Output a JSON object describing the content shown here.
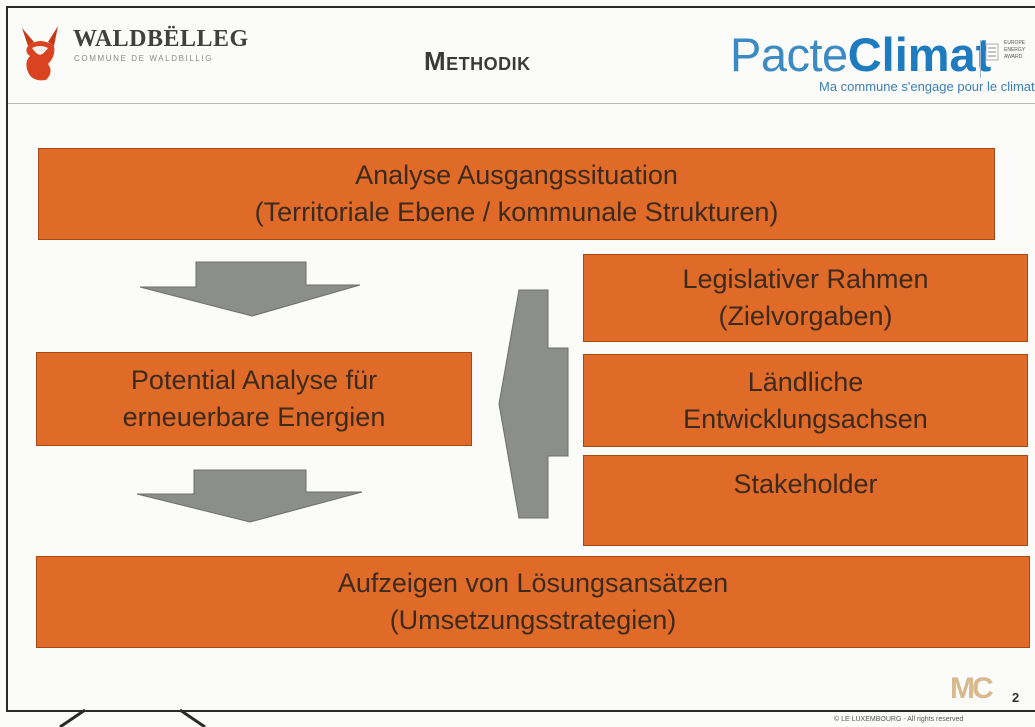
{
  "header": {
    "brand_name": "WALDBËLLEG",
    "brand_sub": "COMMUNE DE WALDBILLIG",
    "title": "Methodik",
    "pacte_word": "Pacte",
    "climat_word": "Climat",
    "pacte_tagline": "Ma commune s'engage pour le climat",
    "eea_text": [
      "EUROPE",
      "ENERGY",
      "AWARD"
    ]
  },
  "boxes": {
    "top": [
      "Analyse Ausgangssituation",
      "(Territoriale Ebene / kommunale Strukturen)"
    ],
    "legislativ": [
      "Legislativer Rahmen",
      "(Zielvorgaben)"
    ],
    "laendlich": [
      "Ländliche",
      "Entwicklungsachsen"
    ],
    "stakeholder": [
      "Stakeholder"
    ],
    "potential": [
      "Potential Analyse für",
      "erneuerbare Energien"
    ],
    "bottom": [
      "Aufzeigen von Lösungsansätzen",
      "(Umsetzungsstrategien)"
    ]
  },
  "footer": {
    "mc_logo": "MC",
    "page_number": "2",
    "copyright": "© LE LUXEMBOURG - All rights reserved"
  },
  "colors": {
    "box_fill": "#e06a27",
    "arrow_fill": "#8c8e8a",
    "brand_blue": "#1f7bc0",
    "fox_red": "#d9431f"
  }
}
